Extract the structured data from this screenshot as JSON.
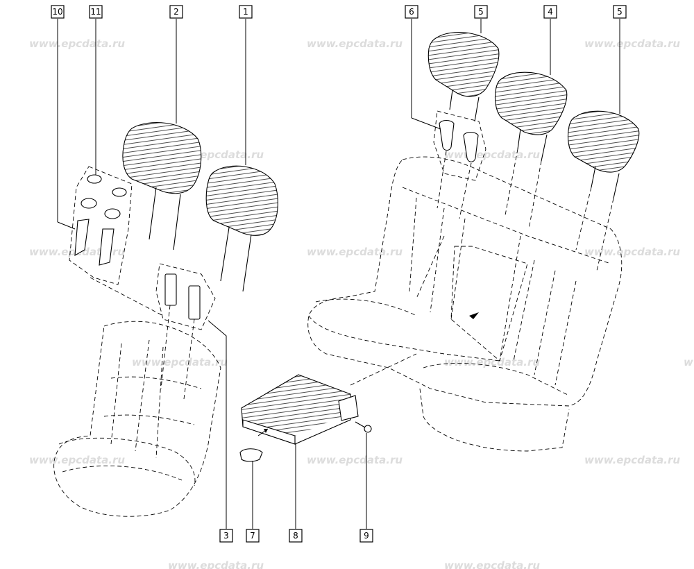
{
  "watermark": "www.epcdata.ru",
  "callouts": [
    {
      "id": "c10",
      "label": "10"
    },
    {
      "id": "c11",
      "label": "11"
    },
    {
      "id": "c2",
      "label": "2"
    },
    {
      "id": "c1",
      "label": "1"
    },
    {
      "id": "c6",
      "label": "6"
    },
    {
      "id": "c5a",
      "label": "5"
    },
    {
      "id": "c4",
      "label": "4"
    },
    {
      "id": "c5b",
      "label": "5"
    },
    {
      "id": "c3",
      "label": "3"
    },
    {
      "id": "c7",
      "label": "7"
    },
    {
      "id": "c8",
      "label": "8"
    },
    {
      "id": "c9",
      "label": "9"
    }
  ]
}
